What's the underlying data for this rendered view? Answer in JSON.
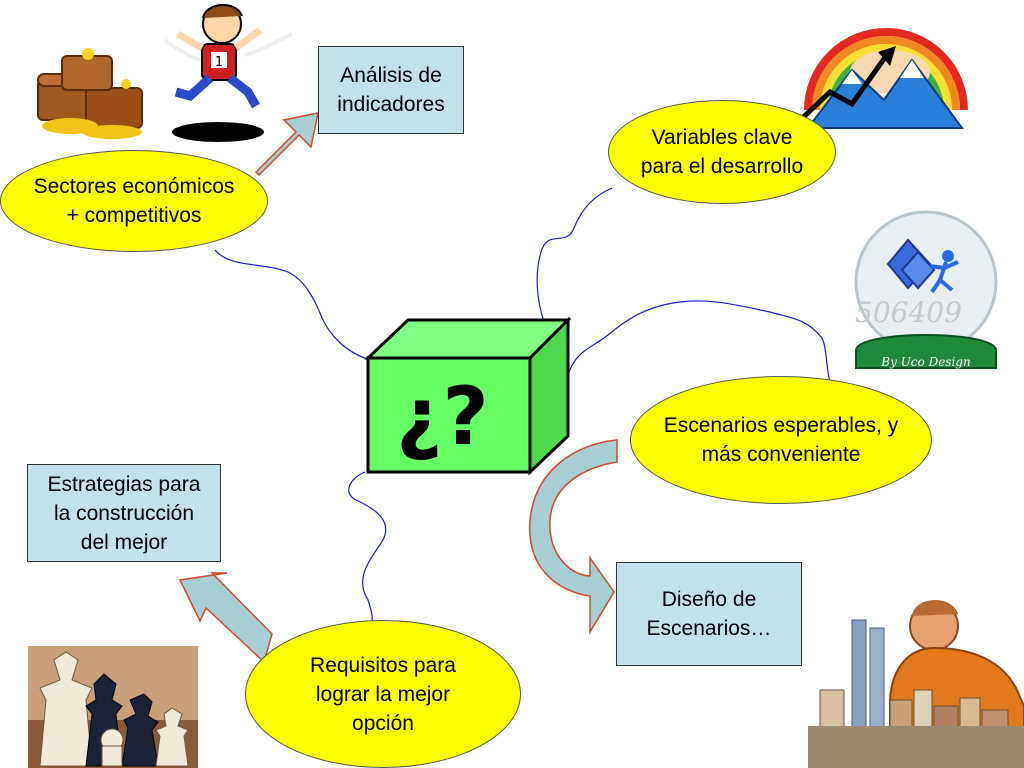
{
  "colors": {
    "ellipse_fill": "#ffff00",
    "box_fill": "#bfe3e8",
    "cube_front": "#66ff66",
    "cube_top": "#80ff80",
    "cube_side": "#4fd94f",
    "connector": "#1a1acc",
    "arrow_fill": "#a8cfd4",
    "arrow_outline": "#d04a2a"
  },
  "center": {
    "label": "¿?"
  },
  "ellipses": {
    "sectors": "Sectores económicos\n+ competitivos",
    "variables": "Variables clave\npara el desarrollo",
    "scenarios": "Escenarios esperables, y\nmás conveniente",
    "requirements": "Requisitos para\nlograr la mejor\nopción"
  },
  "boxes": {
    "analysis": "Análisis de\nindicadores",
    "strategies": "Estrategias para\nla construcción\ndel mejor",
    "design": "Diseño de\nEscenarios…"
  },
  "images": {
    "treasure": "treasure-chest-icon",
    "runner": "runner-winner-icon",
    "rainbow": "rainbow-mountain-growth-icon",
    "globe": "snow-globe-logo-icon",
    "chess": "chess-pieces-photo",
    "city": "man-with-city-model-photo"
  },
  "logo": {
    "caption": "By Uco Design",
    "digits": "506409"
  }
}
